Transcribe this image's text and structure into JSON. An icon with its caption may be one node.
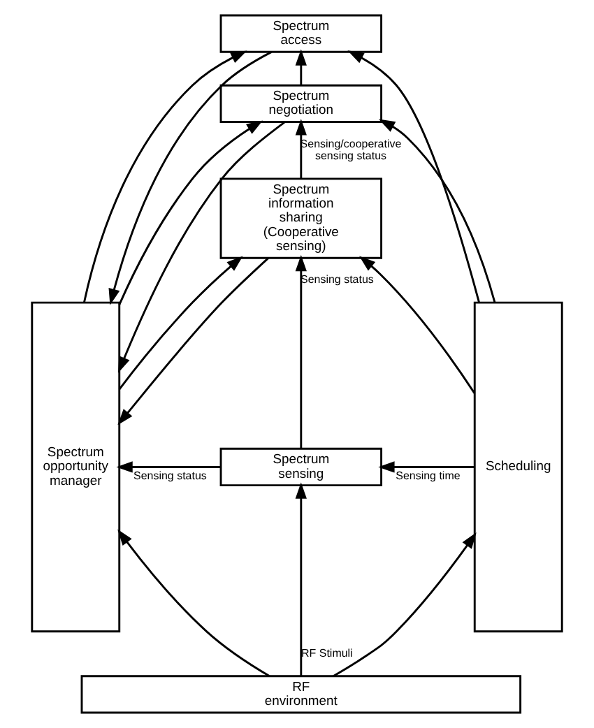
{
  "diagram": {
    "nodes": [
      {
        "text": [
          "Spectrum opportunity manager"
        ]
      },
      {
        "text": [
          "Spectrum access"
        ]
      },
      {
        "text": [
          "Spectrum negotiation"
        ]
      },
      {
        "text": [
          "Spectrum information sharing (Cooperative sensing)"
        ]
      },
      {
        "text": [
          "Spectrum sensing"
        ]
      },
      {
        "text": [
          "Scheduling"
        ]
      },
      {
        "text": [
          "RF environment"
        ]
      }
    ],
    "edges": [
      {
        "from": 0,
        "to": 1,
        "arrow": "to"
      },
      {
        "from": 1,
        "to": 0,
        "arrow": "to"
      },
      {
        "from": 0,
        "to": 2,
        "arrow": "to"
      },
      {
        "from": 2,
        "to": 0,
        "arrow": "to"
      },
      {
        "from": 0,
        "to": 3,
        "arrow": "to"
      },
      {
        "from": 3,
        "to": 0,
        "arrow": "to"
      },
      {
        "from": 4,
        "to": 0,
        "arrow": "to",
        "label": "Sensing status"
      },
      {
        "from": 5,
        "to": 1,
        "arrow": "to"
      },
      {
        "from": 5,
        "to": 2,
        "arrow": "to"
      },
      {
        "from": 5,
        "to": 3,
        "arrow": "to"
      },
      {
        "from": 5,
        "to": 4,
        "arrow": "to",
        "label": "Sensing time"
      },
      {
        "from": 2,
        "to": 1,
        "arrow": "to"
      },
      {
        "from": 3,
        "to": 2,
        "arrow": "to",
        "label": "Sensing/cooperative sensing status"
      },
      {
        "from": 4,
        "to": 3,
        "arrow": "to",
        "label": "Sensing status"
      },
      {
        "from": 6,
        "to": 4,
        "arrow": "to",
        "label": "RF Stimuli"
      },
      {
        "from": 6,
        "to": 0,
        "arrow": "to"
      },
      {
        "from": 6,
        "to": 5,
        "arrow": "to"
      }
    ]
  }
}
